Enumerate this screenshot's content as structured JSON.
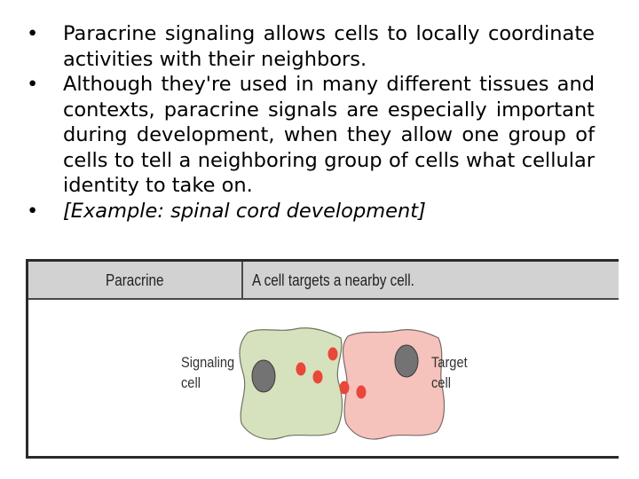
{
  "bullets": [
    {
      "marker": "•",
      "text": "Paracrine signaling allows cells to locally coordinate activities with their neighbors.",
      "italic": false
    },
    {
      "marker": "•",
      "text": "Although they're used in many different tissues and contexts, paracrine signals are especially important during development, when they allow one group of cells to tell a neighboring group of cells what cellular identity to take on.",
      "italic": false
    },
    {
      "marker": "•",
      "text": "[Example: spinal cord development]",
      "italic": true
    }
  ],
  "figure": {
    "header_left": "Paracrine",
    "header_right": "A cell targets a nearby cell.",
    "signaling_label": "Signaling\ncell",
    "target_label": "Target\ncell"
  },
  "colors": {
    "header_bg": "#d2d2d2",
    "border": "#2a2a2a",
    "signaling_cell_fill": "#d6e2bd",
    "signaling_cell_stroke": "#6f7560",
    "target_cell_fill": "#f6c2bc",
    "target_cell_stroke": "#7a6a68",
    "nucleus": "#737373",
    "signal_molecule": "#e8473a"
  }
}
